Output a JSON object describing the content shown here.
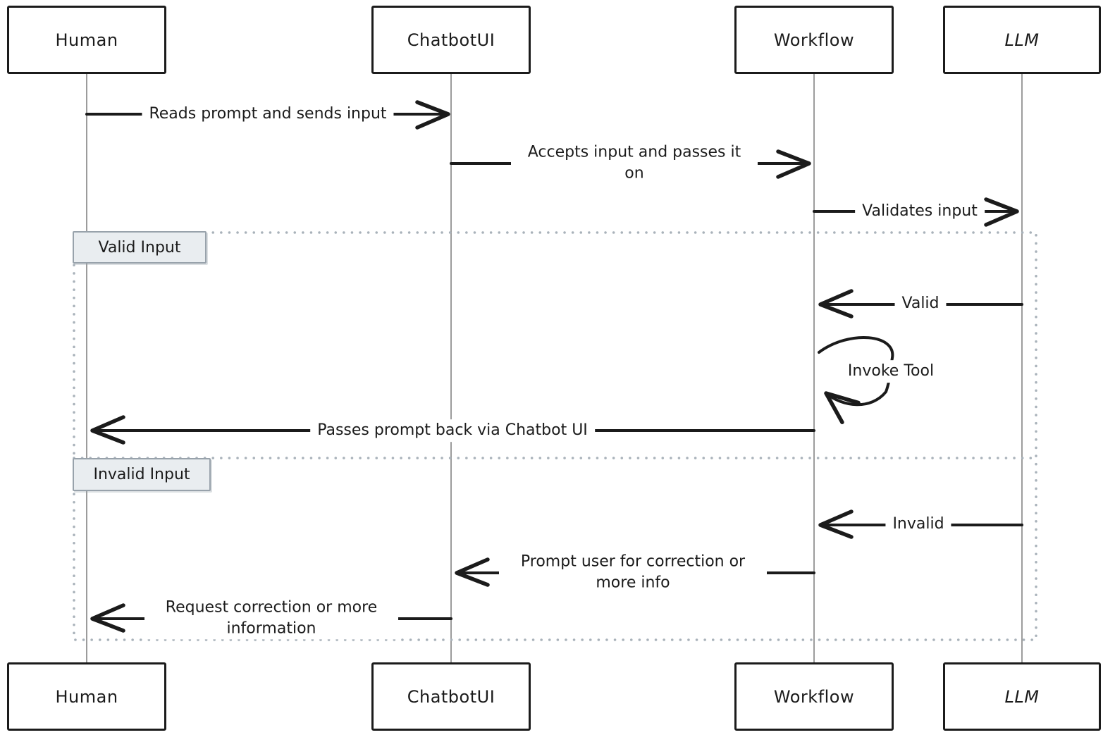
{
  "diagram": {
    "type": "sequence",
    "style": "hand-drawn",
    "colors": {
      "ink": "#1b1b1b",
      "lifeline": "#9c9c9c",
      "frame_dotted": "#a9b2ba",
      "alt_label_bg": "#e9edf0",
      "alt_label_border": "#98a2ab",
      "background": "#ffffff"
    },
    "actors": [
      {
        "label": "Human"
      },
      {
        "label": "ChatbotUI"
      },
      {
        "label": "Workflow"
      },
      {
        "label": "LLM"
      }
    ],
    "messages": [
      {
        "from": "Human",
        "to": "ChatbotUI",
        "label": "Reads prompt and sends input"
      },
      {
        "from": "ChatbotUI",
        "to": "Workflow",
        "label": "Accepts input and passes it on"
      },
      {
        "from": "Workflow",
        "to": "LLM",
        "label": "Validates input"
      },
      {
        "from": "LLM",
        "to": "Workflow",
        "label": "Valid",
        "section": "Valid Input"
      },
      {
        "from": "Workflow",
        "to": "Workflow",
        "label": "Invoke Tool",
        "section": "Valid Input"
      },
      {
        "from": "Workflow",
        "to": "Human",
        "label": "Passes prompt back via Chatbot UI",
        "section": "Valid Input"
      },
      {
        "from": "LLM",
        "to": "Workflow",
        "label": "Invalid",
        "section": "Invalid Input"
      },
      {
        "from": "Workflow",
        "to": "ChatbotUI",
        "label": "Prompt user for correction or more info",
        "section": "Invalid Input"
      },
      {
        "from": "ChatbotUI",
        "to": "Human",
        "label": "Request correction or more information",
        "section": "Invalid Input"
      }
    ],
    "alt_block": {
      "sections": [
        {
          "label": "Valid Input"
        },
        {
          "label": "Invalid Input"
        }
      ]
    }
  }
}
